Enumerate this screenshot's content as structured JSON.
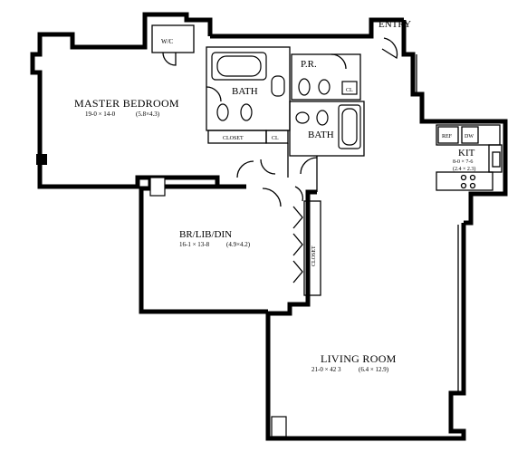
{
  "labels": {
    "entry": "ENTRY",
    "wic": "W/C",
    "master_bedroom": "MASTER BEDROOM",
    "master_bedroom_dims": "19-0 × 14-0",
    "master_bedroom_metric": "(5.8×4.3)",
    "bath_1": "BATH",
    "bath_2": "BATH",
    "powder_room": "P.R.",
    "closet_cl_pr": "CL",
    "closet_hall": "CLOSET",
    "closet_cl_hall": "CL",
    "kitchen": "KIT",
    "kitchen_dims": "8-0 × 7-6",
    "kitchen_metric": "(2.4 × 2.3)",
    "refrigerator": "REF",
    "dishwasher": "DW",
    "br_lib_din": "BR/LIB/DIN",
    "br_lib_din_dims": "16-1 × 13-8",
    "br_lib_din_metric": "(4.9×4.2)",
    "closet_vertical": "CLOSET",
    "living_room": "LIVING ROOM",
    "living_room_dims": "21-0 × 42 3",
    "living_room_metric": "(6.4 × 12.9)"
  }
}
